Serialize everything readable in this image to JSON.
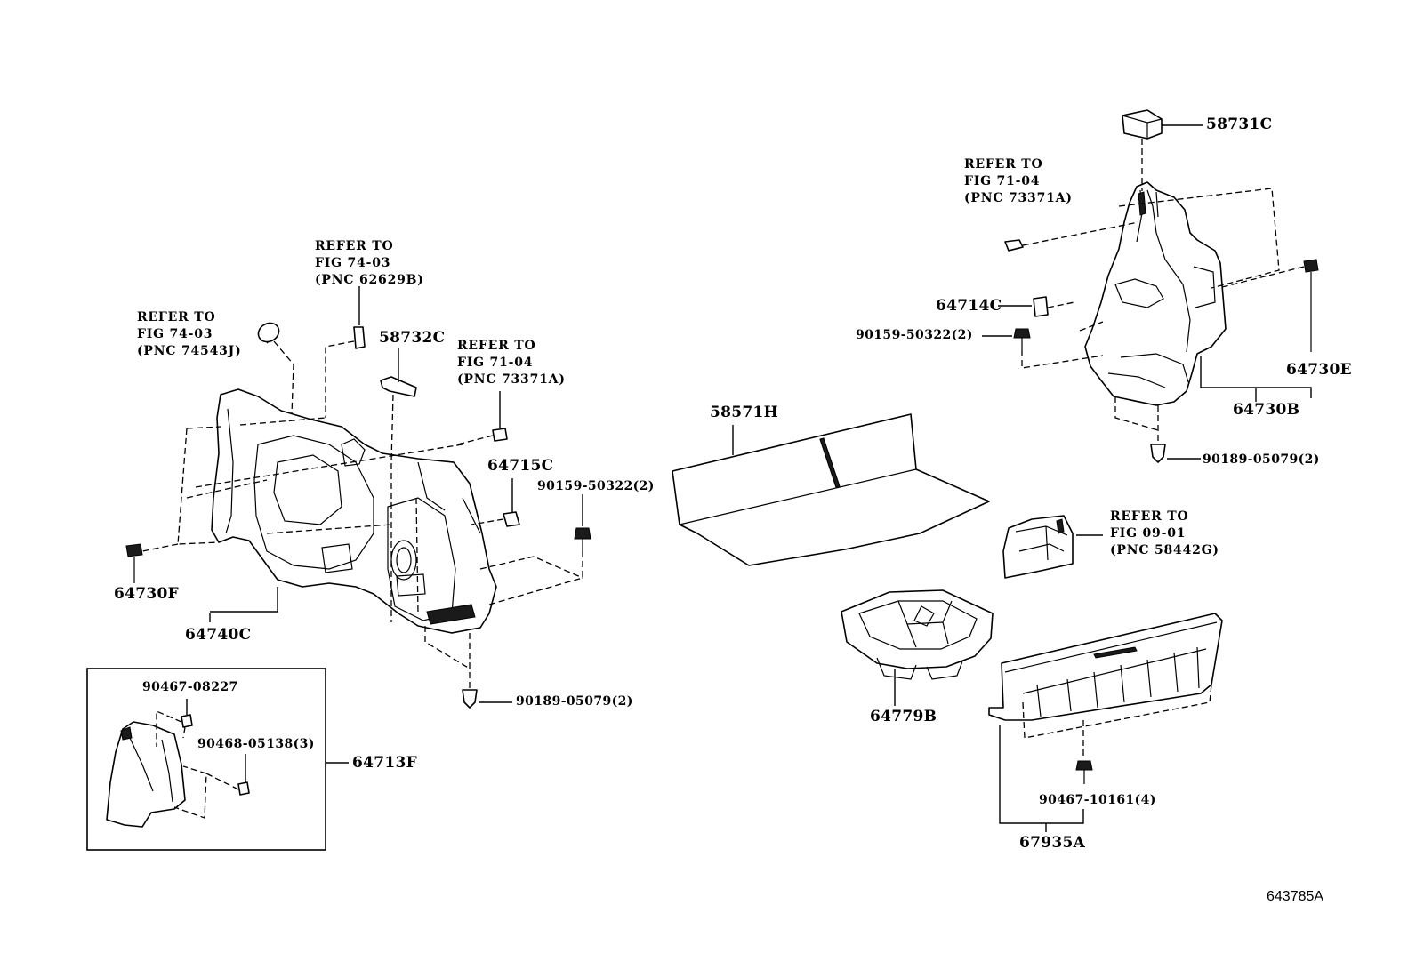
{
  "figure_code": "643785A",
  "labels": {
    "p58731C": "58731C",
    "ref_tr_1": "REFER TO",
    "ref_tr_2": "FIG 71-04",
    "ref_tr_3": "(PNC 73371A)",
    "p64714C": "64714C",
    "p90159_r": "90159-50322(2)",
    "p64730E": "64730E",
    "p64730B": "64730B",
    "p90189_r": "90189-05079(2)",
    "ref_l1_1": "REFER TO",
    "ref_l1_2": "FIG 74-03",
    "ref_l1_3": "(PNC 62629B)",
    "ref_l2_1": "REFER TO",
    "ref_l2_2": "FIG 74-03",
    "ref_l2_3": "(PNC 74543J)",
    "p58732C": "58732C",
    "ref_l3_1": "REFER TO",
    "ref_l3_2": "FIG 71-04",
    "ref_l3_3": "(PNC 73371A)",
    "p64715C": "64715C",
    "p90159_l": "90159-50322(2)",
    "p64730F": "64730F",
    "p64740C": "64740C",
    "p90189_l": "90189-05079(2)",
    "p58571H": "58571H",
    "ref_m_1": "REFER TO",
    "ref_m_2": "FIG 09-01",
    "ref_m_3": "(PNC 58442G)",
    "p64779B": "64779B",
    "p90467_10161": "90467-10161(4)",
    "p67935A": "67935A",
    "p90467_08227": "90467-08227",
    "p90468_05138": "90468-05138(3)",
    "p64713F": "64713F"
  }
}
